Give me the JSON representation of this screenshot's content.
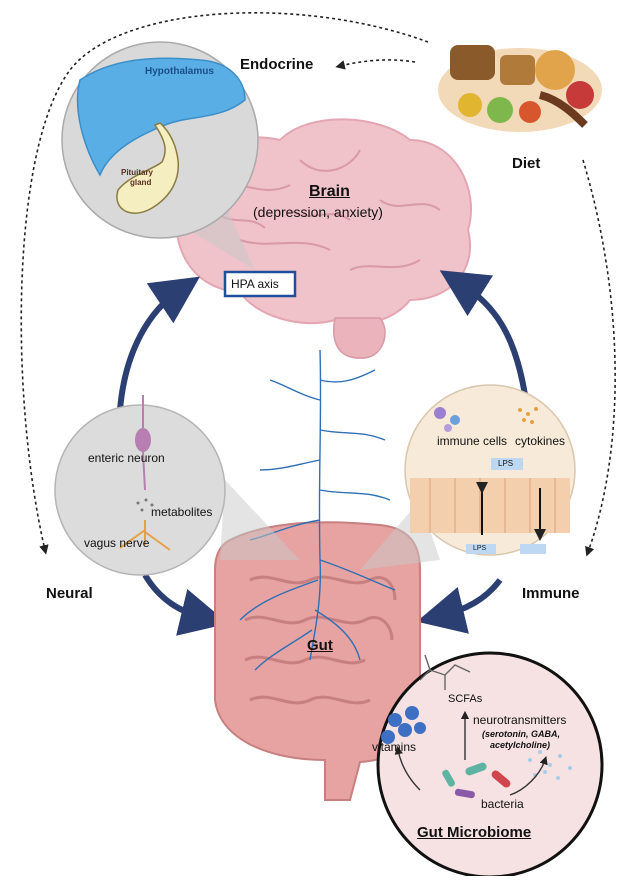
{
  "labels": {
    "endocrine": "Endocrine",
    "diet": "Diet",
    "neural": "Neural",
    "immune": "Immune",
    "brain": "Brain",
    "brain_conditions": "(depression, anxiety)",
    "hpa_axis": "HPA axis",
    "hypothalamus": "Hypothalamus",
    "pituitary_line1": "Pituitary",
    "pituitary_line2": "gland",
    "gut": "Gut",
    "enteric_neuron": "enteric neuron",
    "metabolites": "metabolites",
    "vagus_nerve": "vagus nerve",
    "immune_cells": "immune cells",
    "cytokines": "cytokines",
    "lps": "LPS",
    "lps_small": "LPS",
    "scfas": "SCFAs",
    "neurotransmitters": "neurotransmitters",
    "nt_examples_line1": "(serotonin, GABA,",
    "nt_examples_line2": "acetylcholine)",
    "vitamins": "vitamins",
    "bacteria": "bacteria",
    "gut_microbiome": "Gut Microbiome"
  },
  "colors": {
    "arrow_navy": "#2b3f73",
    "nerve_blue": "#2e6fb5",
    "brain_pink": "#f0c3cb",
    "gut_pink": "#e6a3a2",
    "hypothalamus_blue": "#5aaee6",
    "hpa_box": "#1f4f9a",
    "microbiome_bg": "#f6e2e2"
  }
}
